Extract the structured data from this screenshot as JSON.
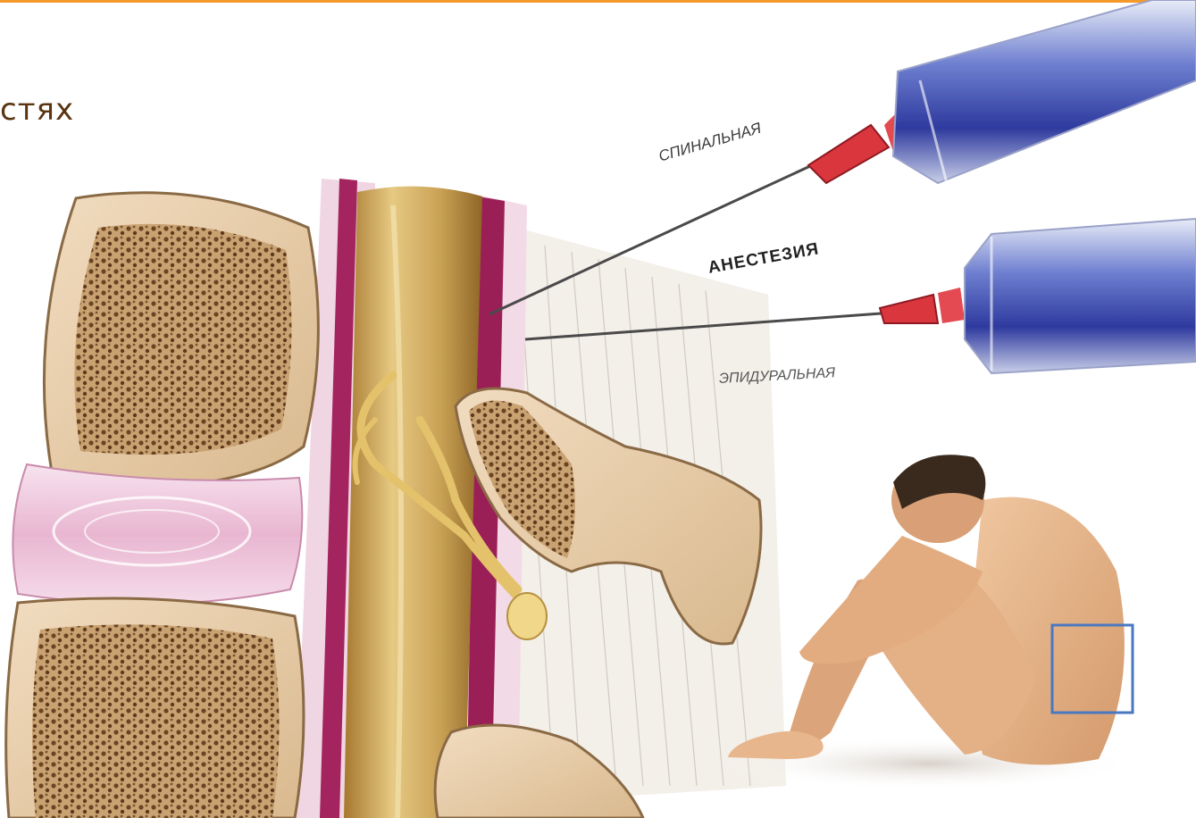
{
  "slide": {
    "title_fragment": "стях"
  },
  "labels": {
    "spinal": "СПИНАЛЬНАЯ",
    "anesthesia": "АНЕСТЕЗИЯ",
    "epidural": "ЭПИДУРАЛЬНАЯ"
  },
  "colors": {
    "accent_bar": "#f39a2a",
    "title_text": "#5a3410",
    "highlight_box": "#4a78c0"
  }
}
